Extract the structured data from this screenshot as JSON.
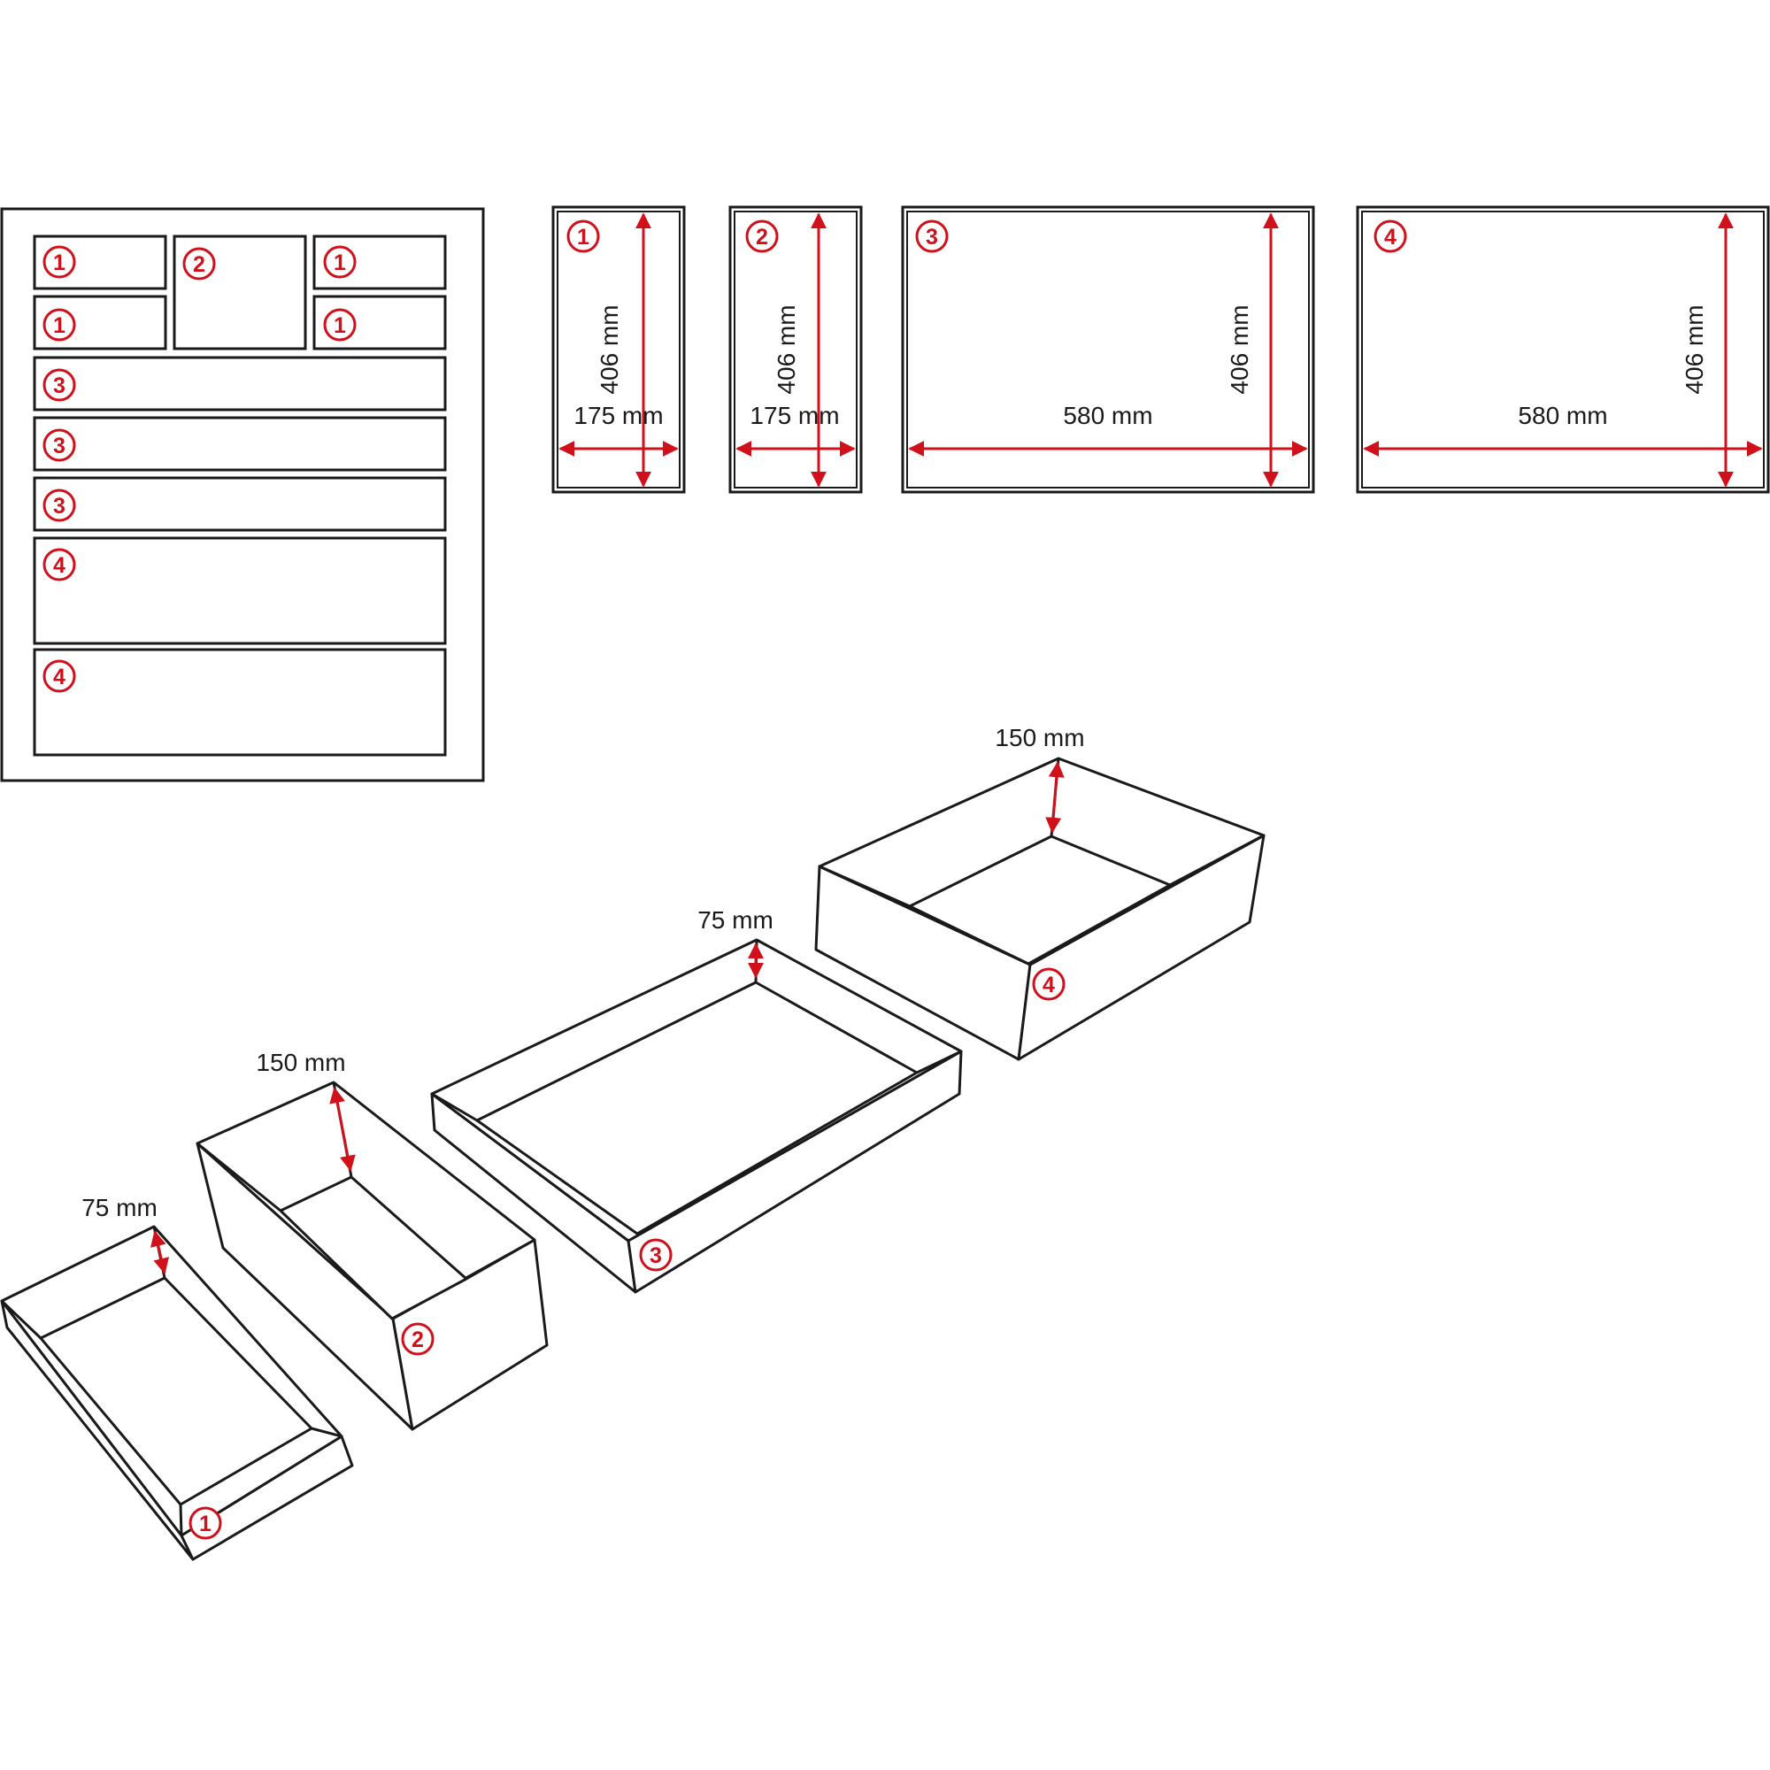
{
  "colors": {
    "line": "#1a1a1a",
    "accent": "#d0111b",
    "background": "#ffffff"
  },
  "icons": {
    "arrow": "double-headed-arrow"
  },
  "badges": {
    "b1": "1",
    "b2": "2",
    "b3": "3",
    "b4": "4"
  },
  "dimensions": {
    "w175": "175 mm",
    "w580": "580 mm",
    "l406": "406 mm",
    "h75": "75 mm",
    "h150": "150 mm"
  }
}
